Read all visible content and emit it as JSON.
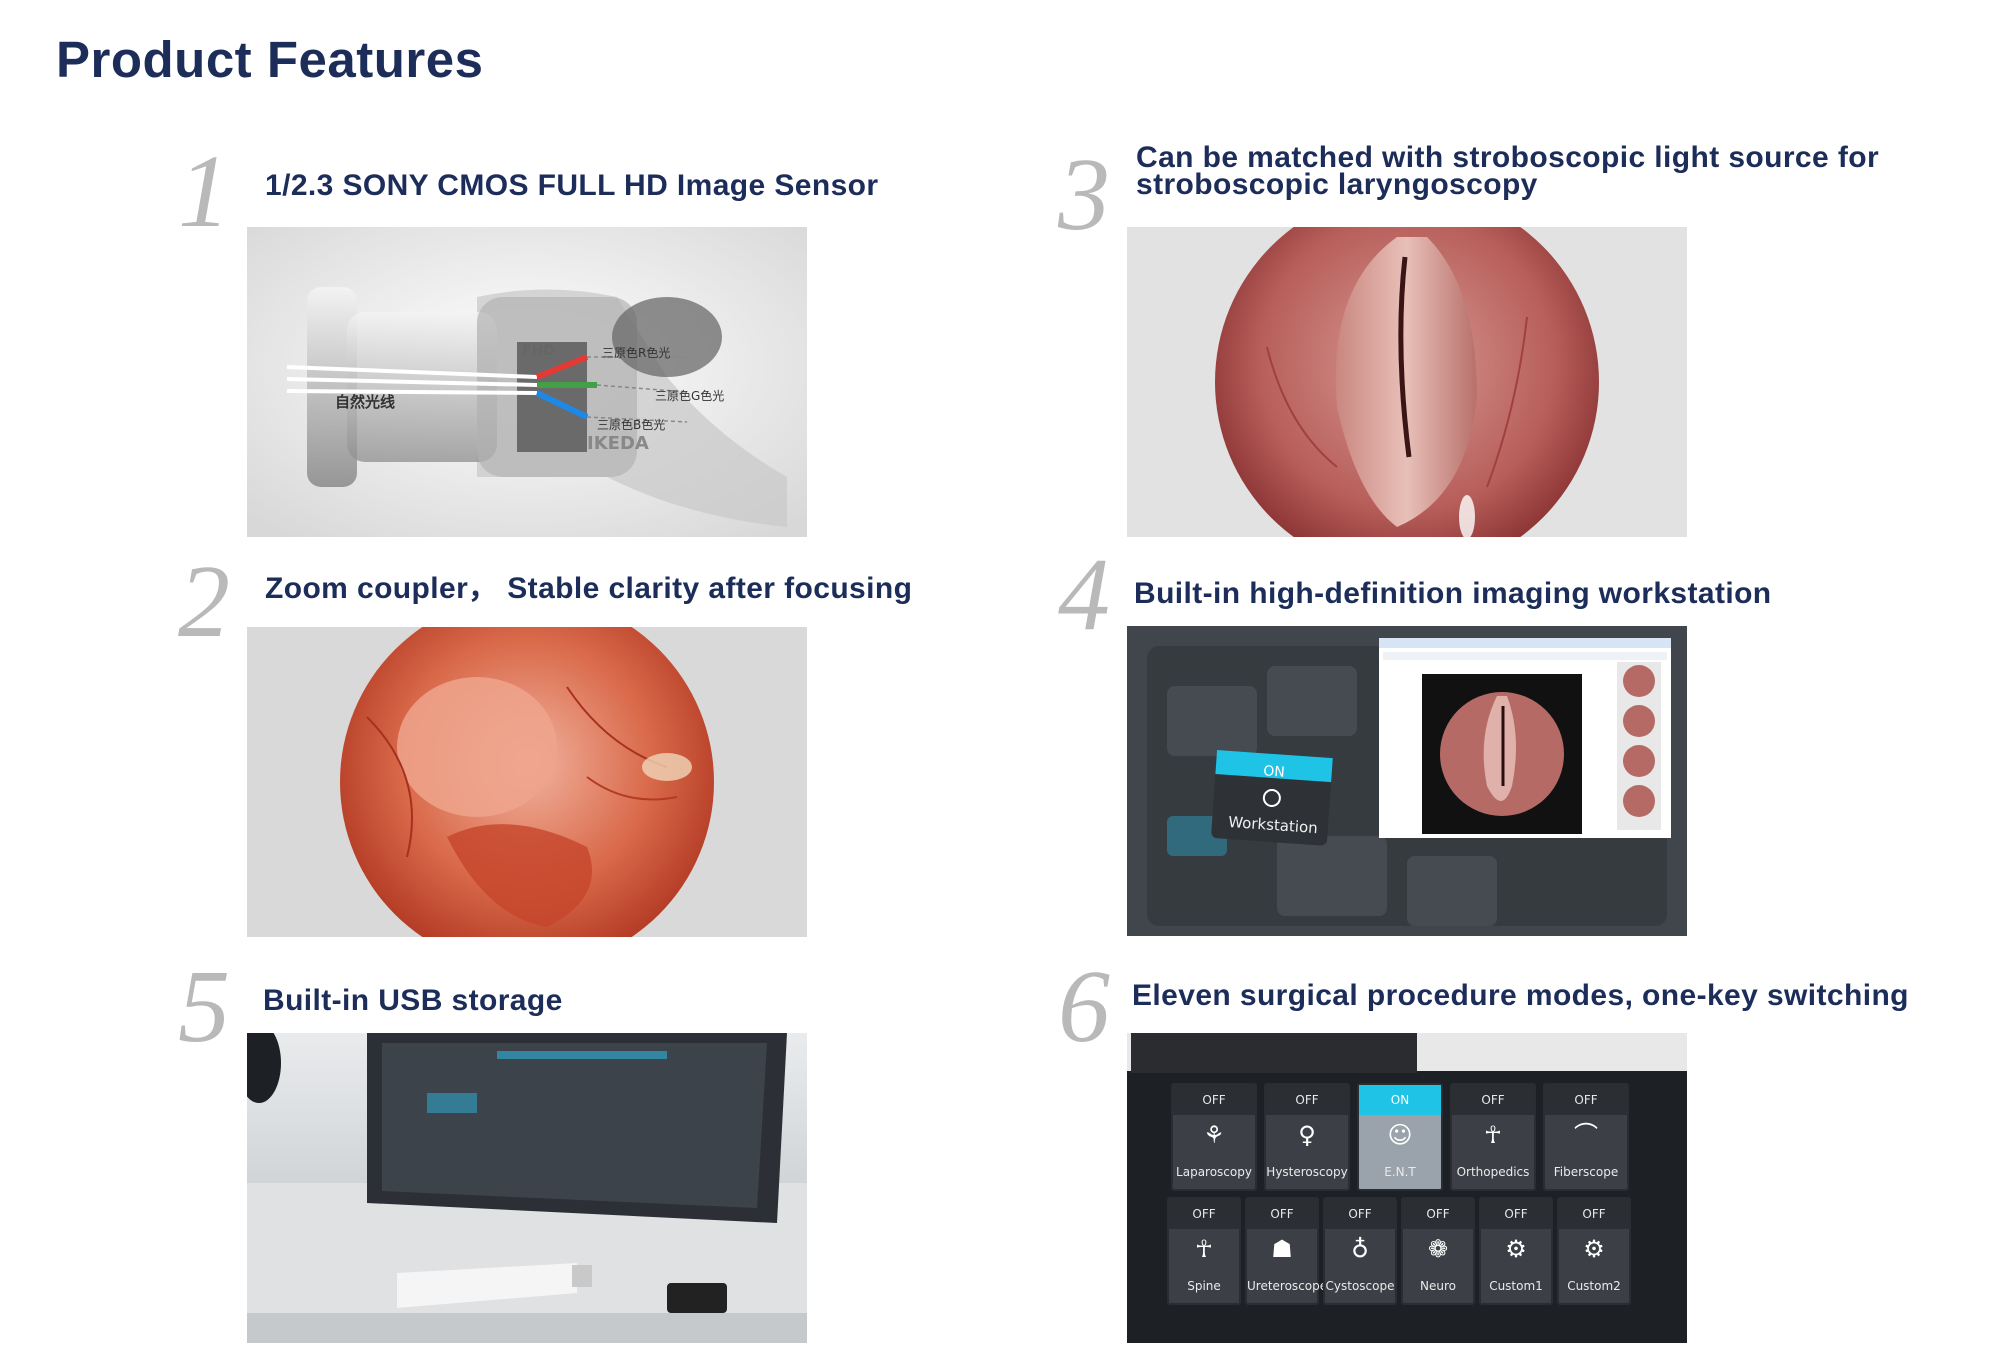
{
  "page": {
    "title": "Product Features"
  },
  "features": [
    {
      "number": "1",
      "title": "1/2.3 SONY CMOS FULL HD Image Sensor"
    },
    {
      "number": "2",
      "title": "Zoom coupler， Stable clarity after focusing"
    },
    {
      "number": "3",
      "title_line1": "Can be matched with stroboscopic light source for",
      "title_line2": "stroboscopic laryngoscopy"
    },
    {
      "number": "4",
      "title": "Built-in high-definition imaging workstation"
    },
    {
      "number": "5",
      "title": "Built-in USB storage"
    },
    {
      "number": "6",
      "title": "Eleven surgical procedure modes, one-key switching"
    }
  ],
  "sensor_diagram": {
    "label_light": "自然光线",
    "label_r": "三原色R色光",
    "label_g": "三原色G色光",
    "label_b": "三原色B色光",
    "brand": "IKEDA",
    "fhd": "FHD"
  },
  "workstation": {
    "state": "ON",
    "label": "Workstation"
  },
  "modes": {
    "row1": [
      {
        "state": "OFF",
        "label": "Laparoscopy",
        "icon": "laparoscopy-icon",
        "glyph": "⚘"
      },
      {
        "state": "OFF",
        "label": "Hysteroscopy",
        "icon": "hysteroscopy-icon",
        "glyph": "♀"
      },
      {
        "state": "ON",
        "label": "E.N.T",
        "icon": "ent-icon",
        "glyph": "☺"
      },
      {
        "state": "OFF",
        "label": "Orthopedics",
        "icon": "orthopedics-icon",
        "glyph": "☥"
      },
      {
        "state": "OFF",
        "label": "Fiberscope",
        "icon": "fiberscope-icon",
        "glyph": "⌒"
      }
    ],
    "row2": [
      {
        "state": "OFF",
        "label": "Spine",
        "icon": "spine-icon",
        "glyph": "☥"
      },
      {
        "state": "OFF",
        "label": "Ureteroscope",
        "icon": "ureteroscope-icon",
        "glyph": "☗"
      },
      {
        "state": "OFF",
        "label": "Cystoscope",
        "icon": "cystoscope-icon",
        "glyph": "♁"
      },
      {
        "state": "OFF",
        "label": "Neuro",
        "icon": "neuro-icon",
        "glyph": "❁"
      },
      {
        "state": "OFF",
        "label": "Custom1",
        "icon": "custom1-gear-icon",
        "glyph": "⚙"
      },
      {
        "state": "OFF",
        "label": "Custom2",
        "icon": "custom2-gear-icon",
        "glyph": "⚙"
      }
    ]
  },
  "colors": {
    "title": "#1c2d5a",
    "number": "#b9b9b9",
    "on_accent": "#1ec3e6"
  }
}
